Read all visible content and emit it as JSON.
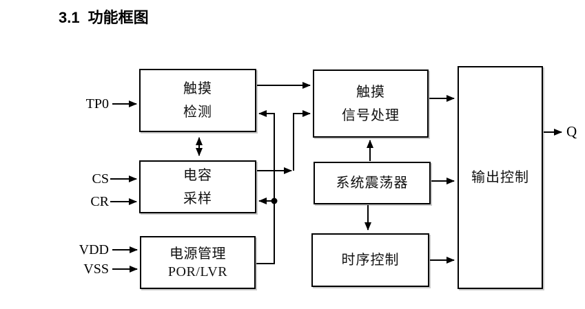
{
  "title": {
    "number": "3.1",
    "text": "功能框图"
  },
  "blocks": {
    "touch_detect": {
      "line1": "触摸",
      "line2": "检测"
    },
    "cap_sample": {
      "line1": "电容",
      "line2": "采样"
    },
    "power_mgmt": {
      "line1": "电源管理",
      "line2": "POR/LVR"
    },
    "signal_process": {
      "line1": "触摸",
      "line2": "信号处理"
    },
    "oscillator": {
      "label": "系统震荡器"
    },
    "timing_ctrl": {
      "label": "时序控制"
    },
    "output_ctrl": {
      "label": "输出控制"
    }
  },
  "pins": {
    "tp0": "TP0",
    "cs": "CS",
    "cr": "CR",
    "vdd": "VDD",
    "vss": "VSS",
    "q": "Q"
  },
  "connections": [
    {
      "from": "TP0",
      "to": "触摸检测",
      "type": "arrow"
    },
    {
      "from": "CS",
      "to": "电容采样",
      "type": "arrow"
    },
    {
      "from": "CR",
      "to": "电容采样",
      "type": "arrow"
    },
    {
      "from": "VDD",
      "to": "电源管理 POR/LVR",
      "type": "arrow"
    },
    {
      "from": "VSS",
      "to": "电源管理 POR/LVR",
      "type": "arrow"
    },
    {
      "from": "触摸检测",
      "to": "电容采样",
      "type": "bidirectional"
    },
    {
      "from": "触摸检测",
      "to": "触摸信号处理",
      "type": "arrow"
    },
    {
      "from": "电容采样",
      "to": "触摸信号处理",
      "type": "arrow"
    },
    {
      "from": "电源管理 POR/LVR",
      "to": "触摸检测",
      "type": "arrow"
    },
    {
      "from": "电源管理 POR/LVR",
      "to": "电容采样",
      "type": "arrow-with-junction-dot"
    },
    {
      "from": "触摸信号处理",
      "to": "输出控制",
      "type": "arrow"
    },
    {
      "from": "系统震荡器",
      "to": "触摸信号处理",
      "type": "arrow"
    },
    {
      "from": "系统震荡器",
      "to": "输出控制",
      "type": "arrow"
    },
    {
      "from": "系统震荡器",
      "to": "时序控制",
      "type": "arrow"
    },
    {
      "from": "时序控制",
      "to": "输出控制",
      "type": "arrow"
    },
    {
      "from": "输出控制",
      "to": "Q",
      "type": "arrow"
    }
  ],
  "colors": {
    "line": "#000000",
    "text": "#000000",
    "background": "#ffffff",
    "block_shadow": "#c9c9c9"
  }
}
